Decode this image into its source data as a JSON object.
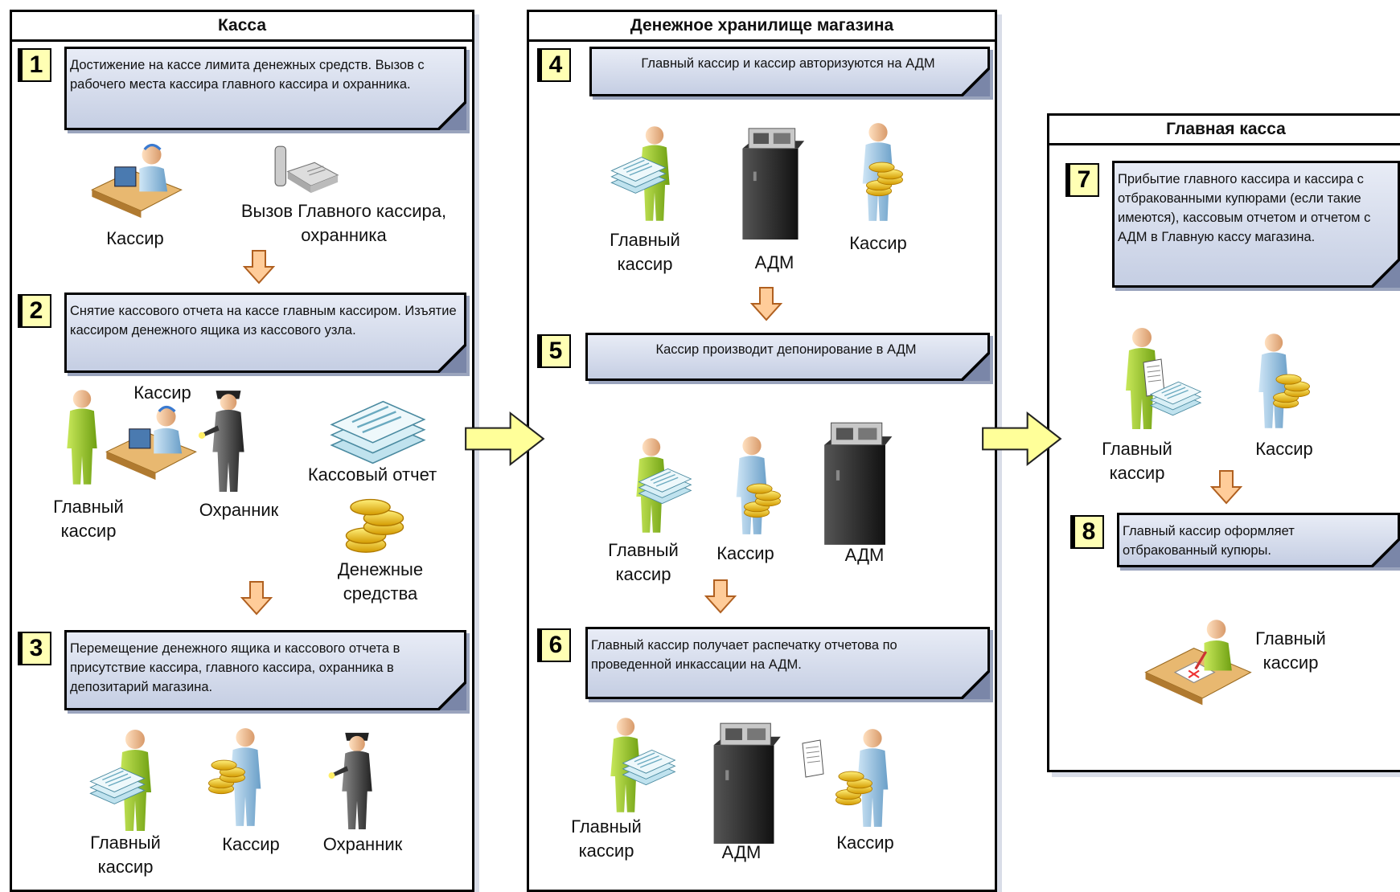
{
  "lanes": {
    "kassa": "Касса",
    "storage": "Денежное хранилище магазина",
    "main": "Главная касса"
  },
  "steps": [
    {
      "num": "1",
      "text": "Достижение на кассе лимита денежных средств. Вызов с рабочего места кассира главного кассира и охранника."
    },
    {
      "num": "2",
      "text": "Снятие кассового отчета на кассе главным кассиром. Изъятие кассиром денежного ящика  из кассового узла."
    },
    {
      "num": "3",
      "text": "Перемещение денежного ящика и кассового отчета в присутствие кассира, главного кассира, охранника в депозитарий магазина."
    },
    {
      "num": "4",
      "text": "Главный кассир и кассир авторизуются на АДМ"
    },
    {
      "num": "5",
      "text": "Кассир производит депонирование в АДМ"
    },
    {
      "num": "6",
      "text": "Главный кассир получает распечатку отчетова по проведенной инкассации на АДМ."
    },
    {
      "num": "7",
      "text": "Прибытие главного кассира и кассира с отбракованными купюрами (если такие имеются), кассовым отчетом и отчетом с АДМ в Главную кассу магазина."
    },
    {
      "num": "8",
      "text": "Главный кассир оформляет отбракованный купюры."
    }
  ],
  "labels": {
    "s1_cashier": "Кассир",
    "s1_call": "Вызов Главного кассира,",
    "s1_call2": "охранника",
    "s2_cashier": "Кассир",
    "s2_head": "Главный",
    "s2_head2": "кассир",
    "s2_guard": "Охранник",
    "s2_report": "Кассовый отчет",
    "s2_money": "Денежные",
    "s2_money2": "средства",
    "s3_head": "Главный",
    "s3_head2": "кассир",
    "s3_cashier": "Кассир",
    "s3_guard": "Охранник",
    "s4_head": "Главный",
    "s4_head2": "кассир",
    "s4_adm": "АДМ",
    "s4_cashier": "Кассир",
    "s5_head": "Главный",
    "s5_head2": "кассир",
    "s5_cashier": "Кассир",
    "s5_adm": "АДМ",
    "s6_head": "Главный",
    "s6_head2": "кассир",
    "s6_adm": "АДМ",
    "s6_cashier": "Кассир",
    "s7_head": "Главный",
    "s7_head2": "кассир",
    "s7_cashier": "Кассир",
    "s8_head": "Главный",
    "s8_head2": "кассир"
  },
  "colors": {
    "green_person": "#9ccc2a",
    "blue_person": "#9cc4e4",
    "coin": "#f0c020",
    "step_fill": "#c5cee3",
    "num_fill": "#ffffb4",
    "big_arrow": "#ffff99",
    "small_arrow": "#ffcc99"
  }
}
